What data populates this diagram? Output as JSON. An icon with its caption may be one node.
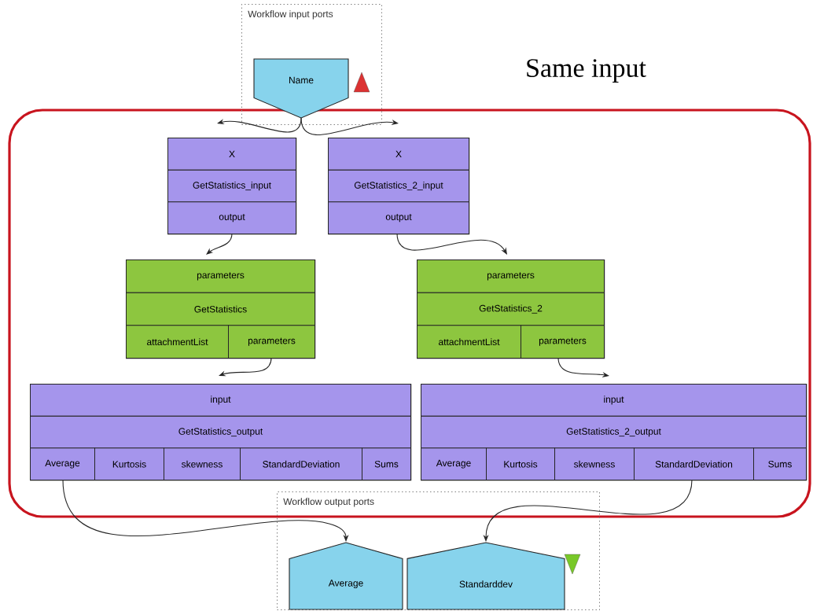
{
  "diagram": {
    "nodes": [
      {
        "text": [
          "Workflow input ports"
        ]
      },
      {
        "text": [
          "Name"
        ],
        "in": 0
      },
      {
        "text": [
          "X",
          "GetStatistics_input",
          "output"
        ]
      },
      {
        "text": [
          "X",
          "GetStatistics_2_input",
          "output"
        ]
      },
      {
        "text": [
          "parameters",
          "GetStatistics",
          "attachmentList",
          "parameters"
        ]
      },
      {
        "text": [
          "parameters",
          "GetStatistics_2",
          "attachmentList",
          "parameters"
        ]
      },
      {
        "text": [
          "input",
          "GetStatistics_output",
          "Average",
          "Kurtosis",
          "skewness",
          "StandardDeviation",
          "Sums"
        ]
      },
      {
        "text": [
          "input",
          "GetStatistics_2_output",
          "Average",
          "Kurtosis",
          "skewness",
          "StandardDeviation",
          "Sums"
        ]
      },
      {
        "text": [
          "Workflow output ports"
        ]
      },
      {
        "text": [
          "Average"
        ],
        "in": 8
      },
      {
        "text": [
          "Standarddev"
        ],
        "in": 8
      }
    ],
    "edges": [
      {
        "from": 1,
        "to": 2,
        "arrow": "to"
      },
      {
        "from": 1,
        "to": 3,
        "arrow": "to"
      },
      {
        "from": 2,
        "to": 4,
        "arrow": "to"
      },
      {
        "from": 3,
        "to": 5,
        "arrow": "to"
      },
      {
        "from": 4,
        "to": 6,
        "arrow": "to"
      },
      {
        "from": 5,
        "to": 7,
        "arrow": "to"
      },
      {
        "from": 6,
        "to": 9,
        "arrow": "to"
      },
      {
        "from": 7,
        "to": 10,
        "arrow": "to"
      }
    ],
    "labels": [
      "Same input"
    ]
  }
}
